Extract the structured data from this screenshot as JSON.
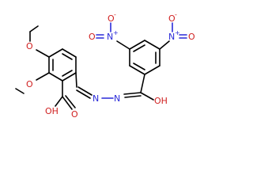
{
  "molecule": {
    "atoms": {
      "nitro_left_o_minus": "O",
      "nitro_left_minus": "-",
      "nitro_left_n": "N",
      "nitro_left_plus": "+",
      "nitro_left_o": "O",
      "nitro_right_o_minus": "O",
      "nitro_right_minus": "-",
      "nitro_right_n": "N",
      "nitro_right_plus": "+",
      "nitro_right_o": "O",
      "methoxy_upper_o": "O",
      "methoxy_lower_o": "O",
      "imine_n": "N",
      "hydrazide_n": "N",
      "carbonyl_oh": "OH",
      "acid_oh": "OH",
      "acid_o": "O"
    },
    "colors": {
      "carbon_bond": "#000000",
      "nitrogen": "#2a2ad8",
      "oxygen": "#d02020"
    }
  }
}
